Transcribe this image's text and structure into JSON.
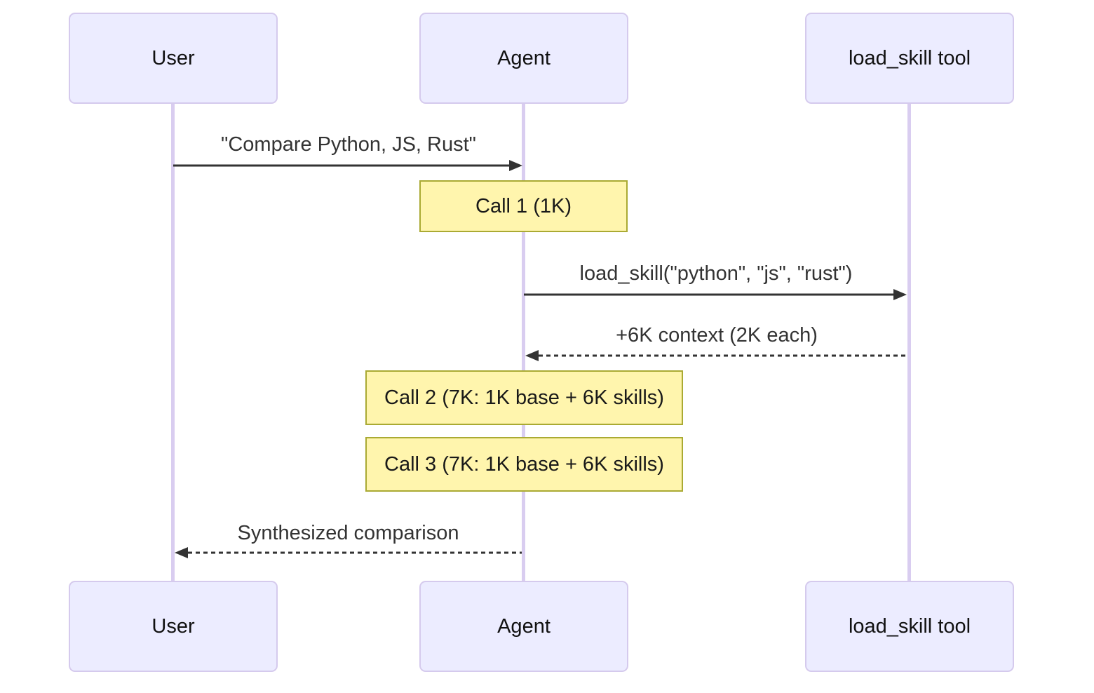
{
  "diagram": {
    "type": "sequence-diagram",
    "actors": [
      {
        "id": "user",
        "label": "User"
      },
      {
        "id": "agent",
        "label": "Agent"
      },
      {
        "id": "tool",
        "label": "load_skill tool"
      }
    ],
    "messages": [
      {
        "from": "user",
        "to": "agent",
        "style": "solid",
        "label": "\"Compare Python, JS, Rust\""
      },
      {
        "from": "agent",
        "to": "tool",
        "style": "solid",
        "label": "load_skill(\"python\", \"js\", \"rust\")"
      },
      {
        "from": "tool",
        "to": "agent",
        "style": "dashed",
        "label": "+6K context (2K each)"
      },
      {
        "from": "agent",
        "to": "user",
        "style": "dashed",
        "label": "Synthesized comparison"
      }
    ],
    "notes": [
      {
        "over": "agent",
        "label": "Call 1 (1K)"
      },
      {
        "over": "agent",
        "label": "Call 2 (7K: 1K base + 6K skills)"
      },
      {
        "over": "agent",
        "label": "Call 3 (7K: 1K base + 6K skills)"
      }
    ],
    "colors": {
      "actor_fill": "#ECECFF",
      "actor_border": "#D5CAED",
      "lifeline": "#D9CDF0",
      "note_fill": "#FFF5AD",
      "note_border": "#AAAA33",
      "signal": "#333333",
      "background": "#FFFFFF"
    }
  }
}
